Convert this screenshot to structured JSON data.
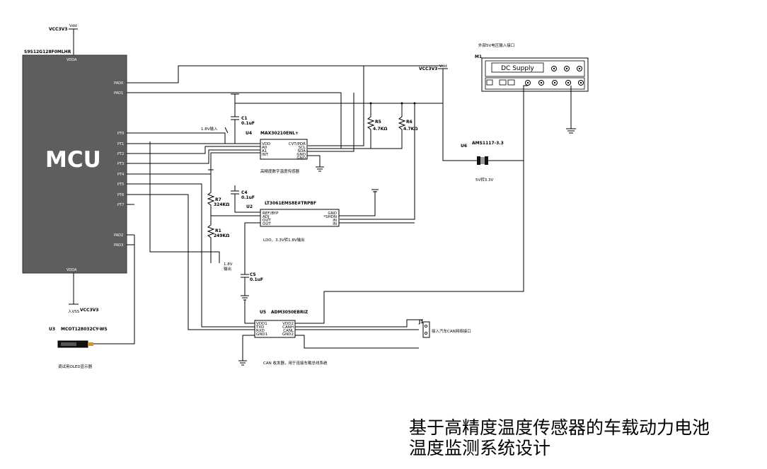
{
  "title": "基于高精度温度传感器的车载动力电池温度监测系统设计",
  "mcu": {
    "part": "S9S12G128F0MLHR",
    "label": "MCU",
    "vdda": "VDDA",
    "vdda_bottom": "VDDA",
    "pins_right": [
      "PAD0",
      "PAD1",
      "PT0",
      "PT1",
      "PT2",
      "PT3",
      "PT4",
      "PT5",
      "PT6",
      "PT7",
      "PAD2",
      "PAD3"
    ]
  },
  "power": {
    "vcc_top": "VCC3V3",
    "vdd_top": "Vdd",
    "vcc_mid": "VCC3V3",
    "vdd_mid": "Vdd",
    "vcc_bottom": "VCC3V3",
    "vcc_bottom_sub": "入VSS"
  },
  "sensor": {
    "ref": "U4",
    "part": "MAX30210ENL+",
    "pins_left": [
      "VDD",
      "A0",
      "A1",
      "INT"
    ],
    "pins_right": [
      "CVT/PDR",
      "SCL",
      "SDA",
      "GND",
      "GND"
    ],
    "caption": "高精度数字温度传感器",
    "input_label": "1.8V输入"
  },
  "ldo": {
    "ref": "U2",
    "part": "LT3061EMS8E#TRPBF",
    "pins_left": [
      "REF/BYP",
      "ADJ",
      "OUT",
      "OUT"
    ],
    "pins_right": [
      "GND",
      "*SHDN",
      "IN",
      "IN"
    ],
    "caption": "LDO，3.3V转1.8V输出",
    "output_label_1": "1.8V",
    "output_label_2": "输出"
  },
  "can": {
    "ref": "U5",
    "part": "ADM3050EBRIZ",
    "pins_left": [
      "VDD1",
      "TXD",
      "RXD",
      "GND1"
    ],
    "pins_right": [
      "VDD2",
      "CANH",
      "CANL",
      "GND2"
    ],
    "caption": "CAN 收发器，用于连接车载总线系统",
    "connector_ref": "J1",
    "connector_label": "接入汽车CAN网络接口"
  },
  "regulator": {
    "ref": "U6",
    "part": "AMS1117-3.3",
    "caption": "5V转3.3V"
  },
  "supply": {
    "ref": "M1",
    "caption": "外部5V电压输入接口",
    "display": "DC Supply"
  },
  "oled": {
    "ref": "U3",
    "part": "MCOT128032CY-WS",
    "caption": "调试用OLED显示器"
  },
  "passives": {
    "c1": "C1",
    "c1v": "0.1uF",
    "c4": "C4",
    "c4v": "0.1uF",
    "c5": "C5",
    "c5v": "0.1uF",
    "r5": "R5",
    "r5v": "4.7KΩ",
    "r6": "R6",
    "r6v": "4.7KΩ",
    "r7": "R7",
    "r7v": "324KΩ",
    "r1": "R1",
    "r1v": "249KΩ"
  }
}
